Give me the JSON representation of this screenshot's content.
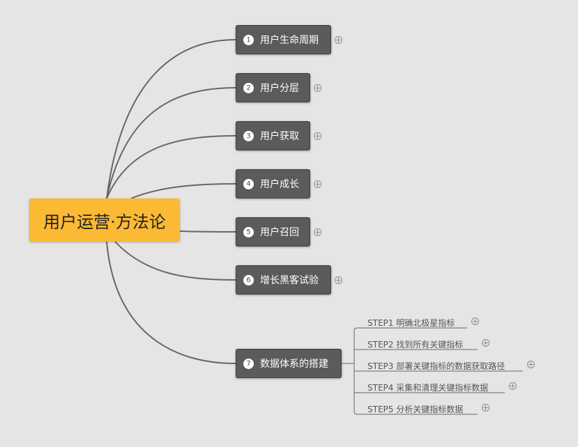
{
  "root": {
    "label": "用户运营·方法论"
  },
  "branches": [
    {
      "num": "1",
      "label": "用户生命周期"
    },
    {
      "num": "2",
      "label": "用户分层"
    },
    {
      "num": "3",
      "label": "用户获取"
    },
    {
      "num": "4",
      "label": "用户成长"
    },
    {
      "num": "5",
      "label": "用户召回"
    },
    {
      "num": "6",
      "label": "增长黑客试验"
    },
    {
      "num": "7",
      "label": "数据体系的搭建"
    }
  ],
  "steps": [
    {
      "label": "STEP1 明确北极星指标"
    },
    {
      "label": "STEP2 找到所有关键指标"
    },
    {
      "label": "STEP3 部署关键指标的数据获取路径"
    },
    {
      "label": "STEP4 采集和清理关键指标数据"
    },
    {
      "label": "STEP5 分析关键指标数据"
    }
  ],
  "colors": {
    "root": "#fbb934",
    "branch": "#5b5b5b",
    "line": "#666666",
    "background": "#e5e5e5"
  },
  "icons": {
    "expand": "circle-plus-icon"
  }
}
